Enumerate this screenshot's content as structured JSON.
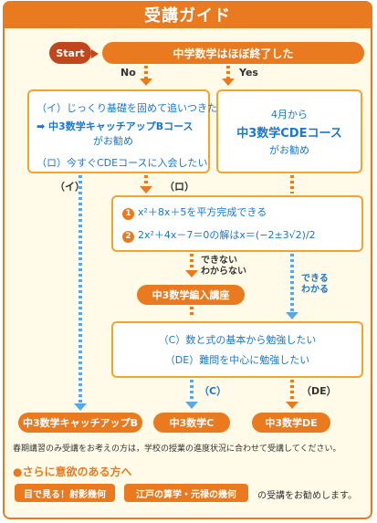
{
  "title": "受講ガイド",
  "start_label": "Start",
  "question": "中学数学はほぼ終了した",
  "branch_no": "No",
  "branch_yes": "Yes",
  "left_box": {
    "line1": "（イ）じっくり基礎を固めて追いつきたい",
    "line2": "➡ 中3数学キャッチアップBコース",
    "line3": "がお勧め",
    "line4": "（ロ）今すぐCDEコースに入会したい"
  },
  "right_box": {
    "line1": "4月から",
    "line2": "中3数学CDEコース",
    "line3": "がお勧め"
  },
  "label_i": "（イ）",
  "label_ro": "（ロ）",
  "check_box": {
    "item1": "x²＋8x＋5を平方完成できる",
    "item2": "2x²＋4x－7＝0の解はx＝(−2±3√2)/2"
  },
  "cannot_label_1": "できない",
  "cannot_label_2": "わからない",
  "can_label_1": "できる",
  "can_label_2": "わかる",
  "bridge_course": "中3数学編入講座",
  "choice_box": {
    "line1": "（C）数と式の基本から勉強したい",
    "line2": "（DE）難問を中心に勉強したい"
  },
  "label_c": "（C）",
  "label_de": "（DE）",
  "result_b": "中3数学キャッチアップB",
  "result_c": "中3数学C",
  "result_de": "中3数学DE",
  "footnote": "春期講習のみ受講をお考えの方は，学校の授業の進度状況に合わせて受講してください。",
  "extra_heading": "●さらに意欲のある方へ",
  "extra_badge1": "目で見る！射影幾何",
  "extra_badge2": "江戸の算学・元禄の幾何",
  "extra_tail": "の受講をお勧めします。",
  "colors": {
    "accent": "#ea7a1f",
    "blue": "#1877d6",
    "start": "#c0461e"
  }
}
